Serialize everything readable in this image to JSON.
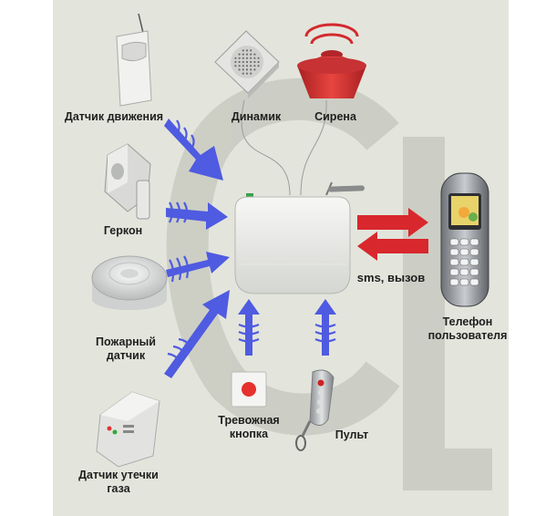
{
  "diagram": {
    "colors": {
      "background": "#e3e5dc",
      "watermark": "#c9cbc1",
      "signal_arrow": "#4f5be0",
      "sms_arrow": "#d8272d",
      "siren": "#d32a2e",
      "panic_button": "#e5322d"
    },
    "devices": {
      "motion_sensor": {
        "label": "Датчик движения",
        "icon": "motion-sensor-icon"
      },
      "reed_switch": {
        "label": "Геркон",
        "icon": "reed-switch-icon"
      },
      "smoke_detector": {
        "label_line1": "Пожарный",
        "label_line2": "датчик",
        "icon": "smoke-detector-icon"
      },
      "gas_detector": {
        "label_line1": "Датчик утечки",
        "label_line2": "газа",
        "icon": "gas-detector-icon"
      },
      "speaker": {
        "label": "Динамик",
        "icon": "speaker-icon"
      },
      "siren": {
        "label": "Сирена",
        "icon": "siren-icon"
      },
      "panic_button": {
        "label_line1": "Тревожная",
        "label_line2": "кнопка",
        "icon": "panic-button-icon"
      },
      "remote": {
        "label": "Пульт",
        "icon": "key-fob-remote-icon"
      },
      "phone": {
        "label_line1": "Телефон",
        "label_line2": "пользователя",
        "icon": "mobile-phone-icon"
      }
    },
    "hub": {
      "icon": "gsm-control-panel-icon"
    },
    "link": {
      "label": "sms, вызов"
    }
  }
}
